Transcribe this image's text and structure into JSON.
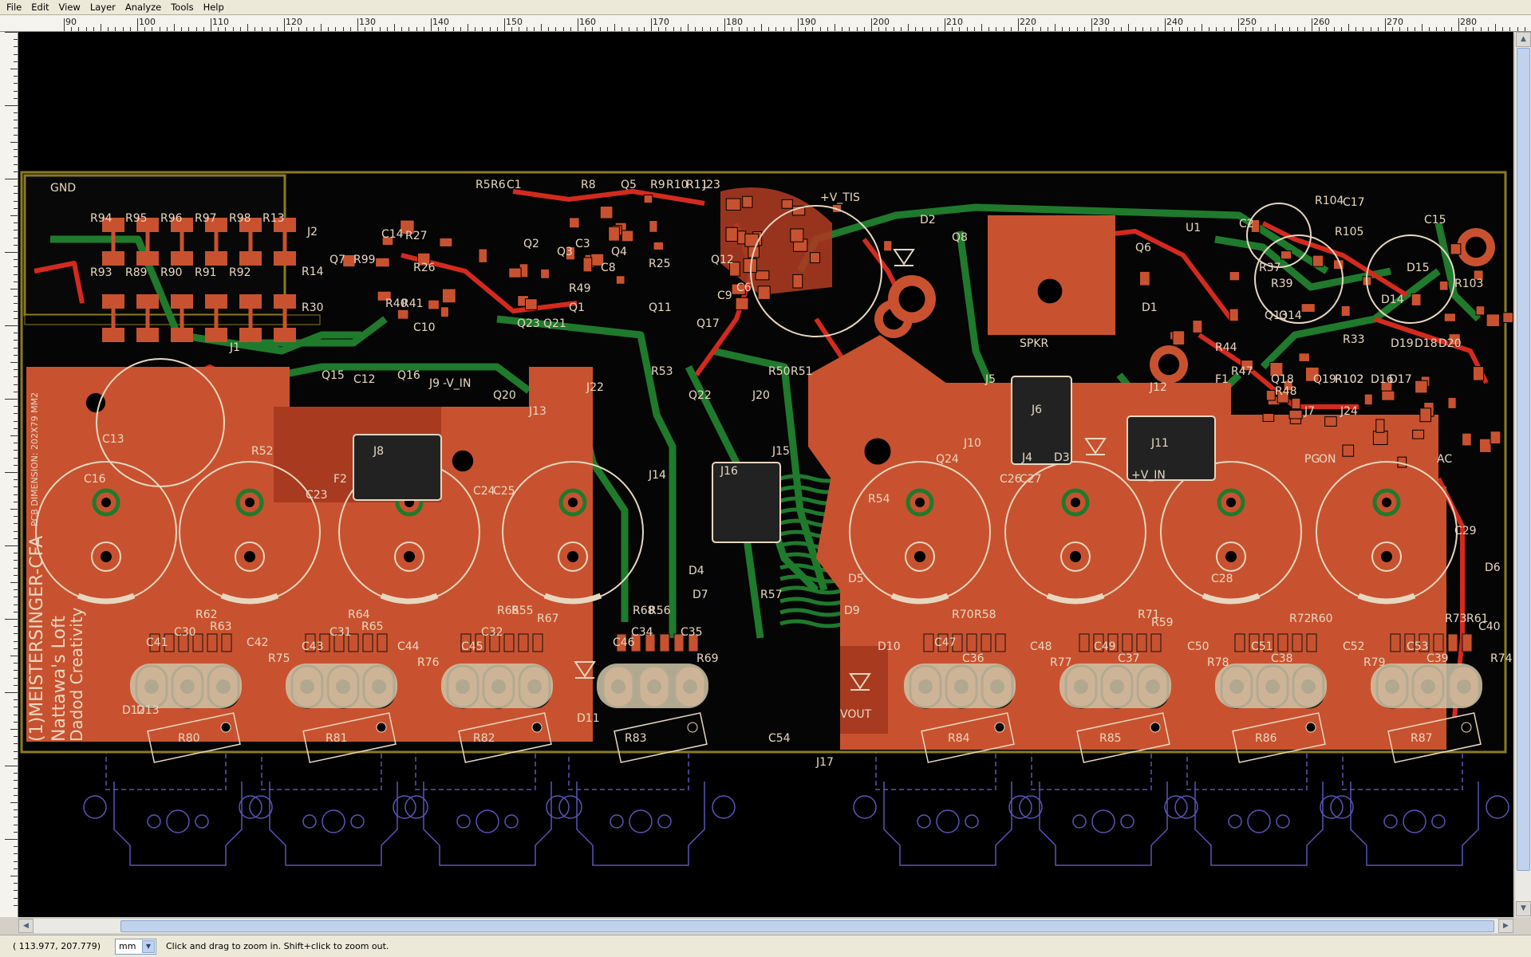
{
  "menu": [
    "File",
    "Edit",
    "View",
    "Layer",
    "Analyze",
    "Tools",
    "Help"
  ],
  "ruler": {
    "x_ticks": [
      "90",
      "100",
      "110",
      "120",
      "130",
      "140",
      "150",
      "160",
      "170",
      "180",
      "190",
      "200",
      "210",
      "220",
      "230",
      "240",
      "250",
      "260",
      "270",
      "280"
    ]
  },
  "status": {
    "coords": "( 113.977,  207.779)",
    "unit": "mm",
    "hint": "Click and drag to zoom in. Shift+click to zoom out."
  },
  "board": {
    "colors": {
      "background": "#000000",
      "copper": "#c8522f",
      "copper_dark": "#a83a20",
      "green": "#1f7a2c",
      "red_trace": "#d42a1e",
      "silk": "#e8d7c0",
      "outline": "#8a7a22",
      "assembly": "#5b54b8"
    },
    "side_text": [
      "(1)MEISTERSINGER-CFA",
      "Nattawa's Loft",
      "Dadod Creativity",
      "PCB DIMENSION: 202X79 MM2"
    ],
    "labels": [
      "GND",
      "R94",
      "R95",
      "R96",
      "R97",
      "R98",
      "R13",
      "R93",
      "R89",
      "R90",
      "R91",
      "R92",
      "R14",
      "R30",
      "J2",
      "R99",
      "Q7",
      "C14",
      "R27",
      "R26",
      "R40",
      "R41",
      "C10",
      "Q16",
      "Q15",
      "C12",
      "J1",
      "C13",
      "R52",
      "C16",
      "C23",
      "C24",
      "C25",
      "J9",
      "-V_IN",
      "F2",
      "J8",
      "J13",
      "J14",
      "J16",
      "J15",
      "J20",
      "R5",
      "R6",
      "C1",
      "R8",
      "Q5",
      "R9",
      "R10",
      "R11",
      "J23",
      "Q2",
      "Q3",
      "C3",
      "Q4",
      "C8",
      "R25",
      "R49",
      "Q1",
      "C9",
      "C6",
      "Q11",
      "Q12",
      "Q17",
      "Q23",
      "Q21",
      "Q20",
      "Q22",
      "J22",
      "R53",
      "R50",
      "R51",
      "+V_TIS",
      "D2",
      "Q8",
      "U1",
      "C2",
      "R104",
      "C17",
      "C15",
      "R105",
      "R103",
      "R102",
      "R33",
      "Q6",
      "D1",
      "R44",
      "R47",
      "F1",
      "Q13",
      "Q14",
      "R48",
      "Q18",
      "Q19",
      "J7",
      "J24",
      "D14",
      "D15",
      "D16",
      "D17",
      "D18",
      "D19",
      "D20",
      "SPKR",
      "J6",
      "J5",
      "J4",
      "D3",
      "J12",
      "J11",
      "+V_IN",
      "J10",
      "Q24",
      "R54",
      "C26",
      "C27",
      "C28",
      "C29",
      "PG",
      "ON",
      "AC",
      "C41",
      "C30",
      "R62",
      "R63",
      "C42",
      "R75",
      "C43",
      "C31",
      "R64",
      "R65",
      "C44",
      "R76",
      "C45",
      "C32",
      "R66",
      "R55",
      "R67",
      "C46",
      "C34",
      "C35",
      "R68",
      "R56",
      "R69",
      "R57",
      "D4",
      "D5",
      "D7",
      "D9",
      "D10",
      "D11",
      "D12",
      "D13",
      "VOUT",
      "J17",
      "C54",
      "R80",
      "R81",
      "R82",
      "R83",
      "R84",
      "R85",
      "R86",
      "R87",
      "C47",
      "C36",
      "R70",
      "R58",
      "C48",
      "R77",
      "C49",
      "C37",
      "R71",
      "R59",
      "C50",
      "R78",
      "C51",
      "C38",
      "R72",
      "R60",
      "C52",
      "R79",
      "C53",
      "C39",
      "R73",
      "R61",
      "C40",
      "R74",
      "D6",
      "R37",
      "R39",
      "R102"
    ]
  }
}
